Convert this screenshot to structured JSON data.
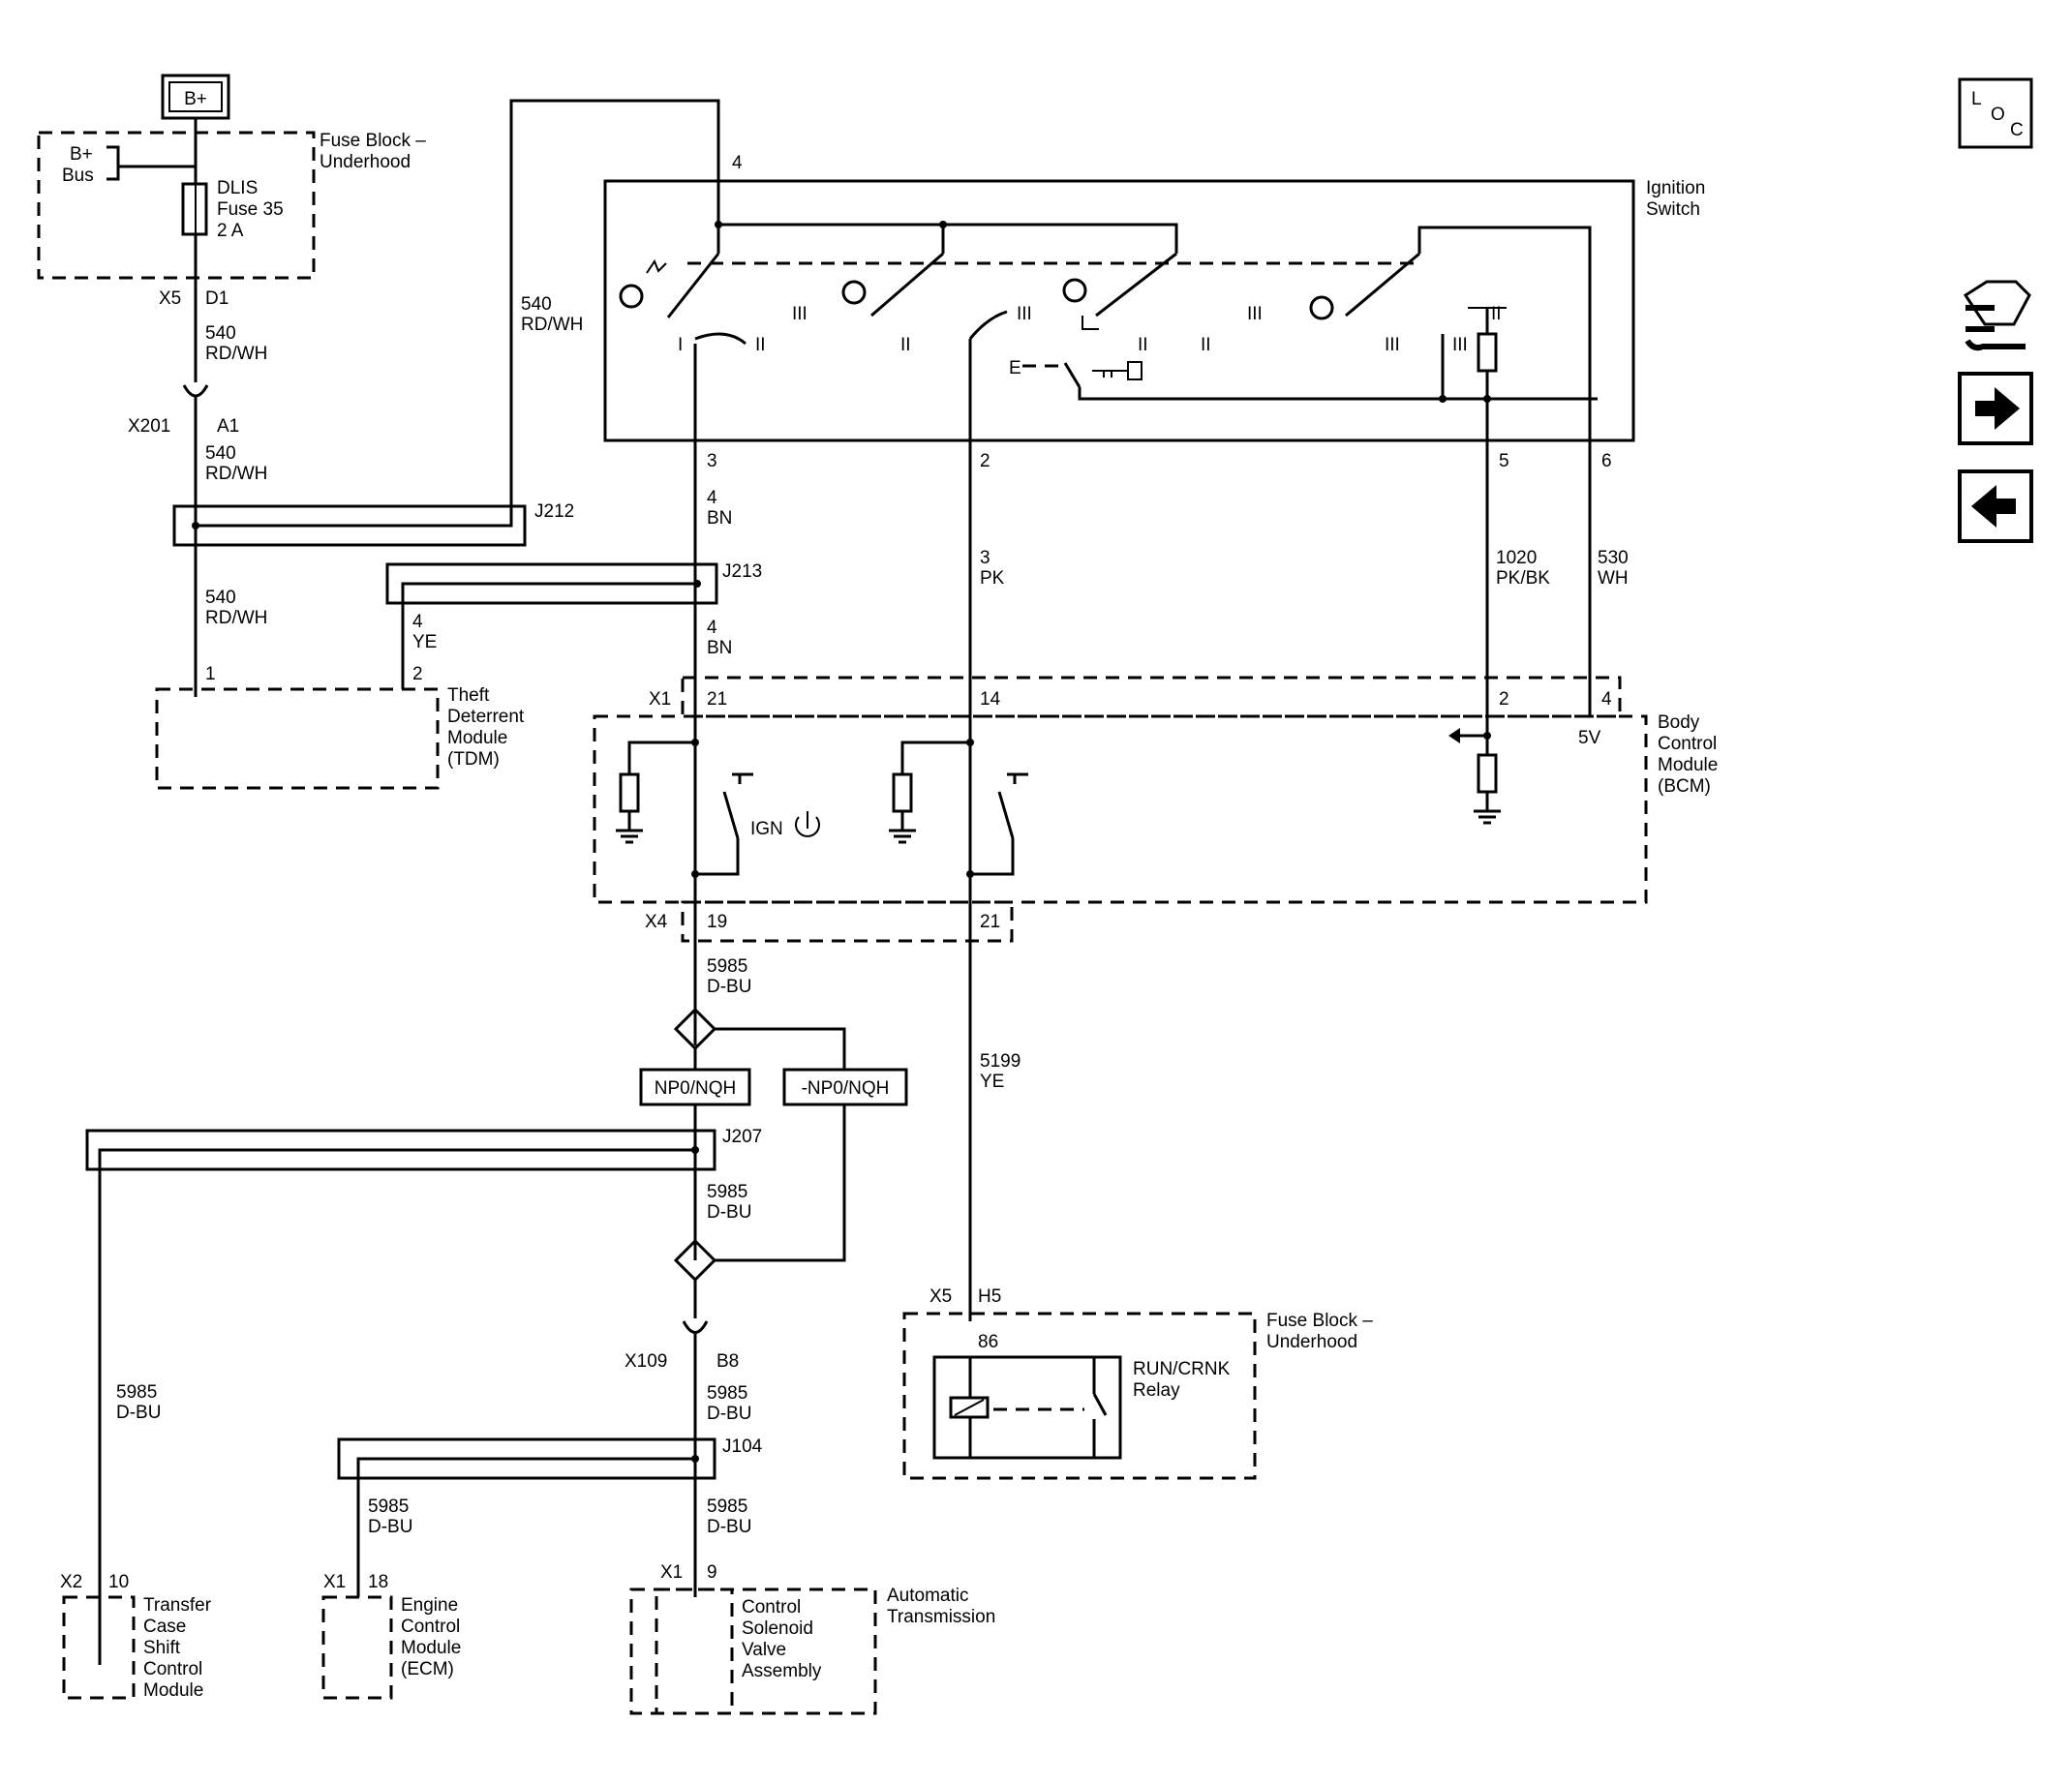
{
  "top": {
    "bplus_box": "B+",
    "bplus_bus": [
      "B+",
      "Bus"
    ],
    "fuse_block_top": [
      "Fuse Block –",
      "Underhood"
    ],
    "fuse": [
      "DLIS",
      "Fuse 35",
      "2 A"
    ],
    "x5": "X5",
    "d1": "D1",
    "wire_540_a": [
      "540",
      "RD/WH"
    ],
    "x201": "X201",
    "a1": "A1",
    "wire_540_b": [
      "540",
      "RD/WH"
    ],
    "wire_540_c": [
      "540",
      "RD/WH"
    ],
    "wire_540_d": [
      "540",
      "RD/WH"
    ],
    "j212": "J212",
    "j213": "J213",
    "wire_4ye": [
      "4",
      "YE"
    ],
    "tdm_pin1": "1",
    "tdm_pin2": "2",
    "tdm": [
      "Theft",
      "Deterrent",
      "Module",
      "(TDM)"
    ]
  },
  "ignition": {
    "label": [
      "Ignition",
      "Switch"
    ],
    "pin4": "4",
    "pin3": "3",
    "pin2": "2",
    "pin5": "5",
    "pin6": "6",
    "contacts": [
      "I",
      "II",
      "III",
      "II",
      "III",
      "III",
      "II",
      "III",
      "II",
      "III",
      "II"
    ],
    "e_label": "E"
  },
  "wires_mid": {
    "w4bn_a": [
      "4",
      "BN"
    ],
    "w4bn_b": [
      "4",
      "BN"
    ],
    "w3pk": [
      "3",
      "PK"
    ],
    "w1020": [
      "1020",
      "PK/BK"
    ],
    "w530": [
      "530",
      "WH"
    ]
  },
  "bcm": {
    "x1": "X1",
    "p21": "21",
    "p14": "14",
    "p2": "2",
    "p4": "4",
    "v5": "5V",
    "ign": "IGN",
    "x4": "X4",
    "p19": "19",
    "p21b": "21",
    "label": [
      "Body",
      "Control",
      "Module",
      "(BCM)"
    ]
  },
  "lower": {
    "w5985_a": [
      "5985",
      "D-BU"
    ],
    "opt1": "NP0/NQH",
    "opt2": "-NP0/NQH",
    "j207": "J207",
    "w5985_b": [
      "5985",
      "D-BU"
    ],
    "w5199": [
      "5199",
      "YE"
    ],
    "x109": "X109",
    "b8": "B8",
    "w5985_c": [
      "5985",
      "D-BU"
    ],
    "j104": "J104",
    "w5985_d": [
      "5985",
      "D-BU"
    ],
    "w5985_e": [
      "5985",
      "D-BU"
    ],
    "w5985_f": [
      "5985",
      "D-BU"
    ],
    "x5b": "X5",
    "h5": "H5",
    "p86": "86",
    "fuse_block_bottom": [
      "Fuse Block –",
      "Underhood"
    ],
    "relay": [
      "RUN/CRNK",
      "Relay"
    ],
    "tcsc_x": "X2",
    "tcsc_p": "10",
    "tcsc": [
      "Transfer",
      "Case",
      "Shift",
      "Control",
      "Module"
    ],
    "ecm_x": "X1",
    "ecm_p": "18",
    "ecm": [
      "Engine",
      "Control",
      "Module",
      "(ECM)"
    ],
    "csva_x": "X1",
    "csva_p": "9",
    "csva": [
      "Control",
      "Solenoid",
      "Valve",
      "Assembly"
    ],
    "auto_trans": [
      "Automatic",
      "Transmission"
    ]
  },
  "nav": {
    "loc": [
      "L",
      "O",
      "C"
    ],
    "icons": [
      "connector-hand-icon",
      "next-arrow-icon",
      "previous-arrow-icon"
    ]
  }
}
